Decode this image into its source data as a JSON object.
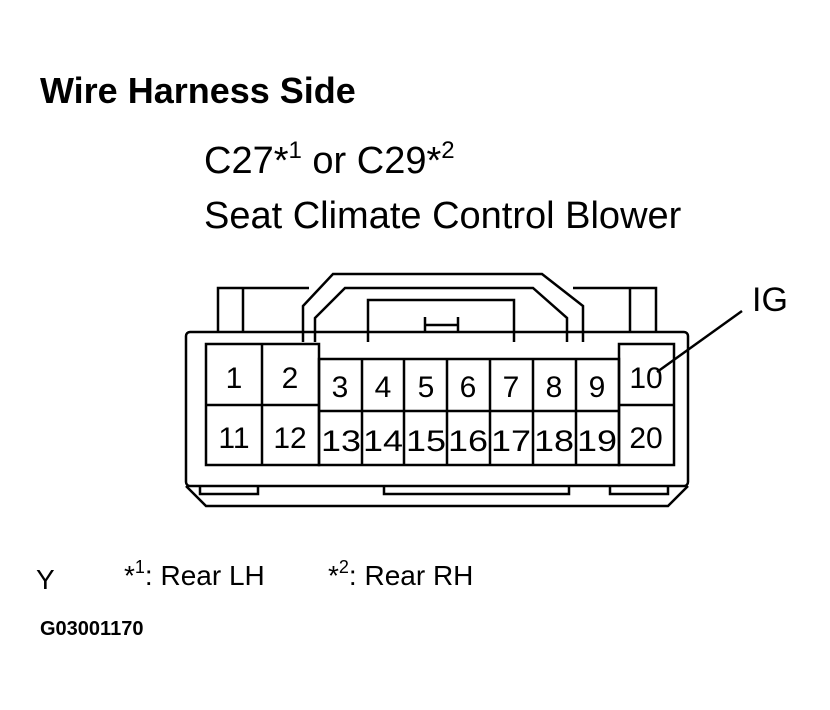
{
  "heading": "Wire Harness Side",
  "connector_code": {
    "first": "C27*",
    "first_note": "1",
    "joiner": " or ",
    "second": "C29*",
    "second_note": "2"
  },
  "connector_name": "Seat Climate Control Blower",
  "callout_label": "IG",
  "callout_pin": "10",
  "pins": {
    "top_row": [
      "1",
      "2",
      "3",
      "4",
      "5",
      "6",
      "7",
      "8",
      "9",
      "10"
    ],
    "bottom_row": [
      "11",
      "12",
      "13",
      "14",
      "15",
      "16",
      "17",
      "18",
      "19",
      "20"
    ]
  },
  "footer": {
    "letter": "Y",
    "note_1_mark": "*",
    "note_1_sup": "1",
    "note_1_text": ": Rear LH",
    "note_2_mark": "*",
    "note_2_sup": "2",
    "note_2_text": ": Rear RH",
    "figure_id": "G03001170"
  }
}
